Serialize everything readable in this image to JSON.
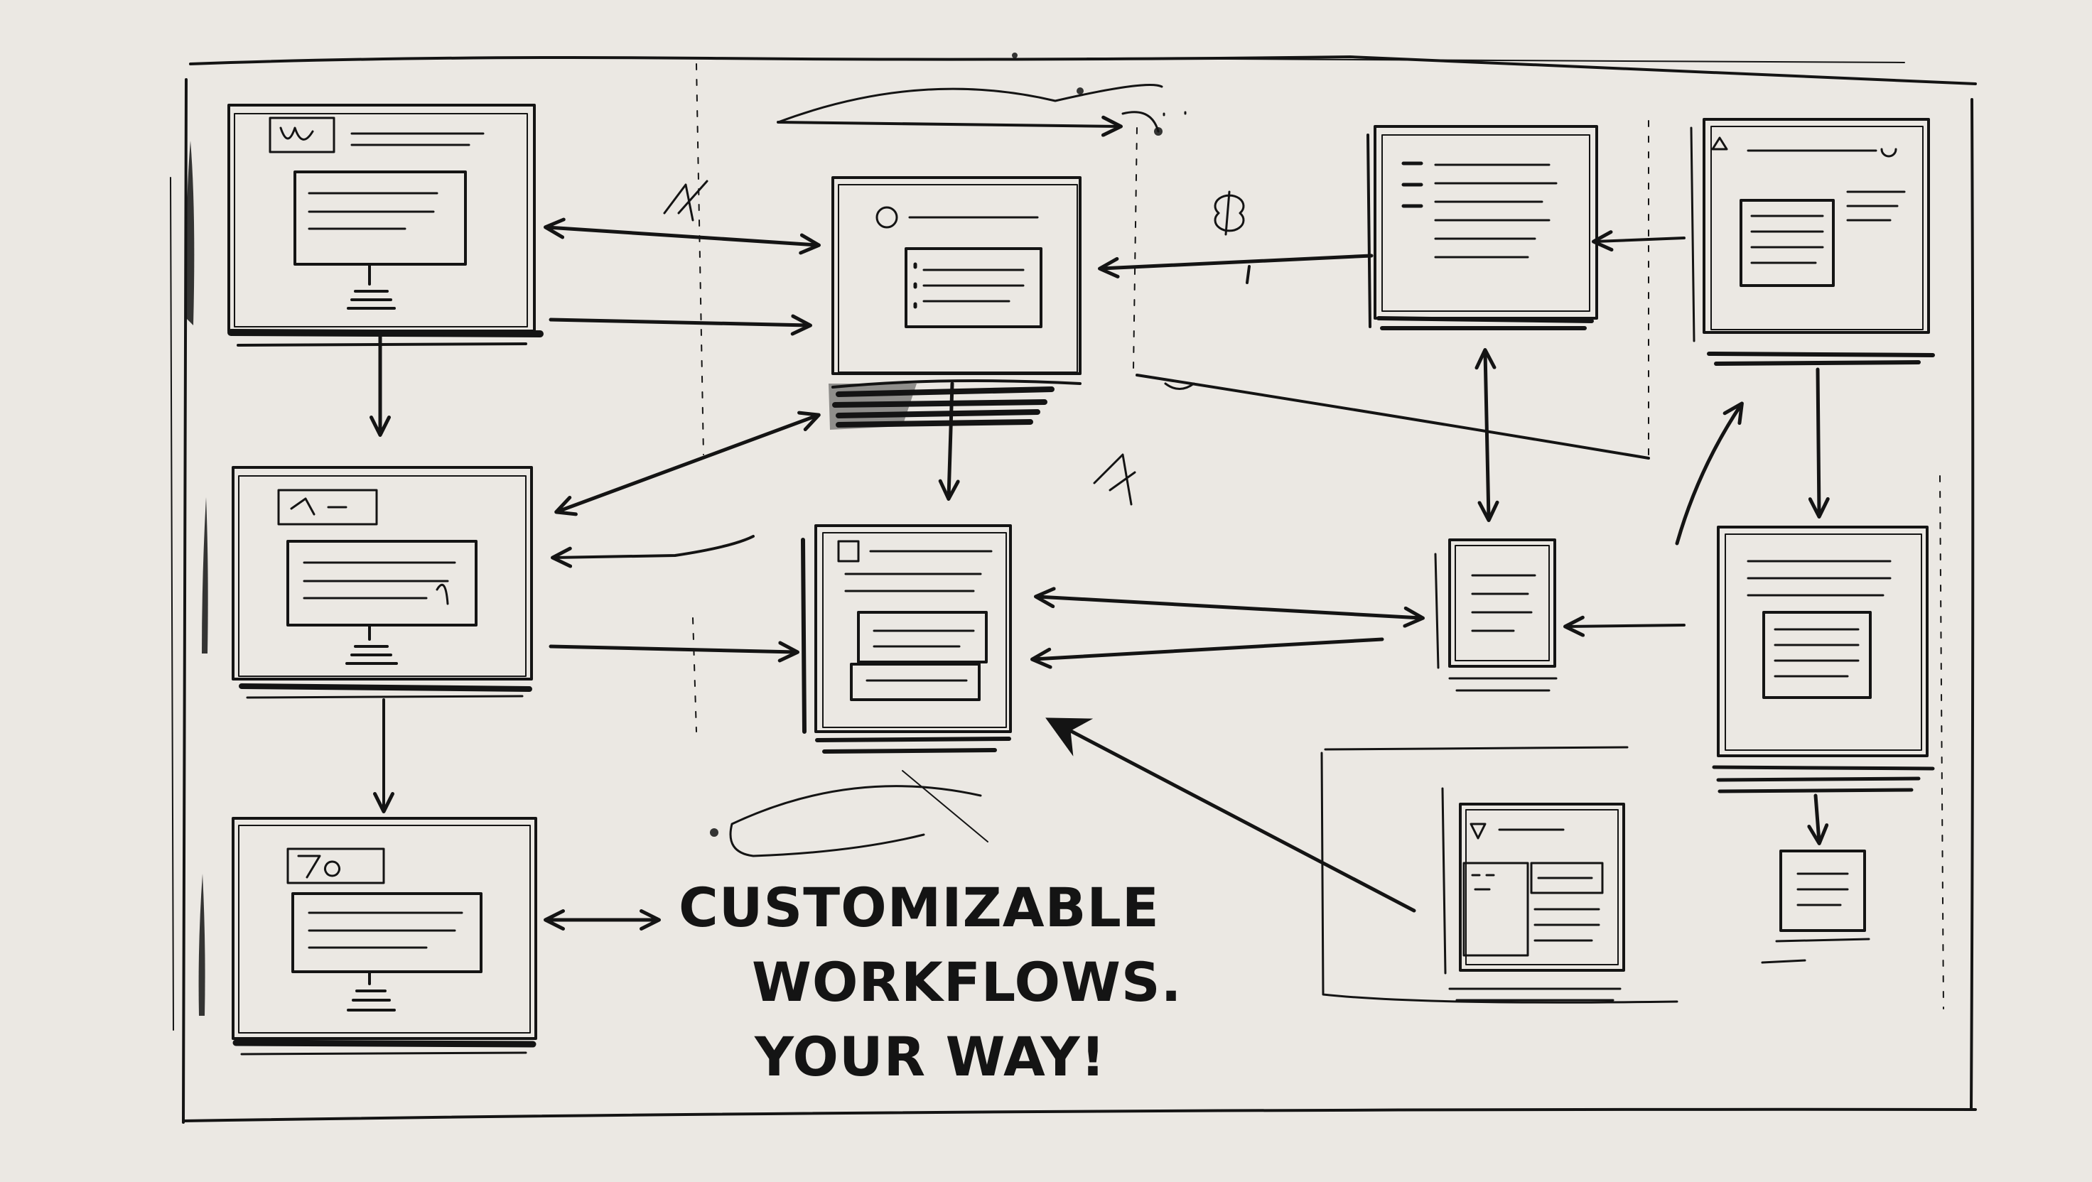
{
  "tagline": {
    "line1": "CUSTOMIZABLE",
    "line2": "WORKFLOWS.",
    "line3": "YOUR WAY!"
  },
  "screens": [
    {
      "name": "screen-top-left",
      "icon": "monitor-icon"
    },
    {
      "name": "screen-middle-left",
      "icon": "monitor-icon"
    },
    {
      "name": "screen-bottom-left",
      "icon": "monitor-icon"
    },
    {
      "name": "screen-top-center",
      "icon": "window-icon"
    },
    {
      "name": "screen-center",
      "icon": "document-icon"
    },
    {
      "name": "screen-top-right-a",
      "icon": "document-icon"
    },
    {
      "name": "screen-top-right-b",
      "icon": "document-icon"
    },
    {
      "name": "screen-small-right",
      "icon": "document-icon"
    },
    {
      "name": "screen-right-middle",
      "icon": "document-icon"
    },
    {
      "name": "screen-bottom-right",
      "icon": "document-icon"
    },
    {
      "name": "screen-small-bottom-right",
      "icon": "document-icon"
    }
  ],
  "ink_color": "#141414",
  "paper_color": "#ebe8e3"
}
